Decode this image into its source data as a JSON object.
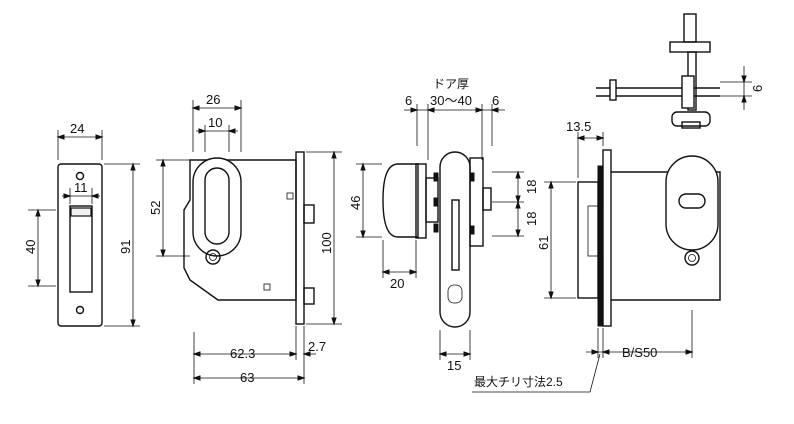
{
  "dimensions": {
    "faceplate_width": "24",
    "faceplate_slot": "11",
    "faceplate_slot_height": "40",
    "faceplate_height": "91",
    "escutcheon_width": "26",
    "escutcheon_inner": "10",
    "escutcheon_height": "52",
    "case_height": "100",
    "backset": "62.3",
    "plate_thickness": "2.7",
    "case_depth": "63",
    "door_thickness_label": "ドア厚",
    "door_thickness_range": "30〜40",
    "side_offset_left": "6",
    "side_offset_right": "6",
    "knob_diameter": "46",
    "knob_projection": "20",
    "spindle_upper": "18",
    "spindle_lower": "18",
    "rose_bottom": "15",
    "top_offset": "6",
    "plate_offset": "13.5",
    "case_height_right": "61",
    "backset_label": "B/S50",
    "max_clearance": "最大チリ寸法2.5"
  }
}
